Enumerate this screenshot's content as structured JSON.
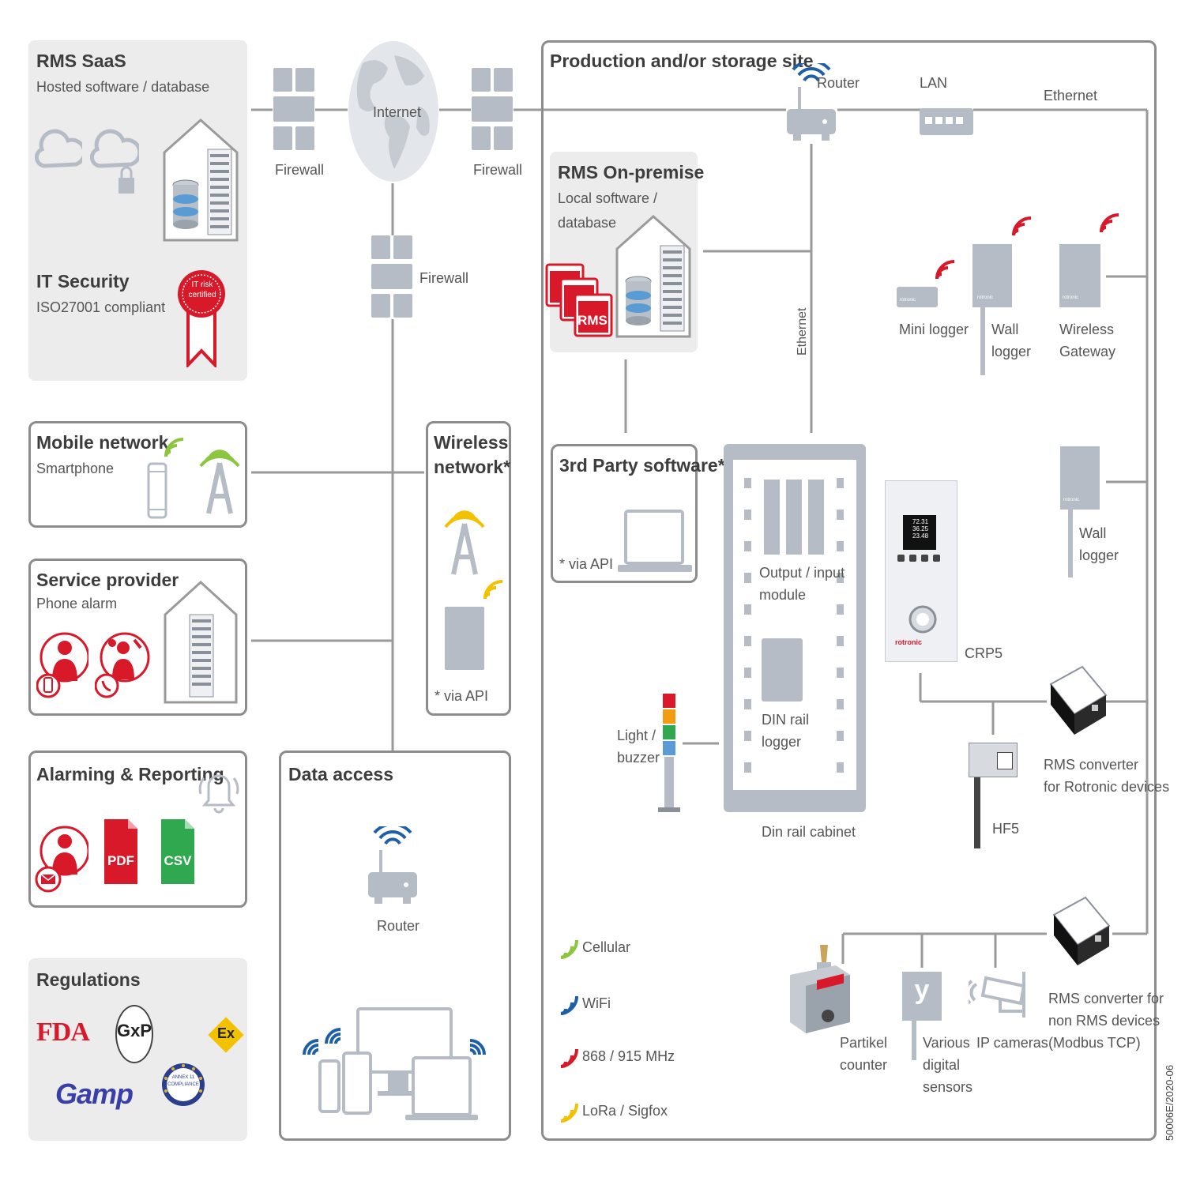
{
  "rms_saas": {
    "title": "RMS SaaS",
    "subtitle": "Hosted software / database"
  },
  "it_security": {
    "title": "IT Security",
    "subtitle": "ISO27001 compliant",
    "badge": "IT risk certified"
  },
  "mobile_network": {
    "title": "Mobile network",
    "subtitle": "Smartphone"
  },
  "service_provider": {
    "title": "Service provider",
    "subtitle": "Phone alarm"
  },
  "alarming": {
    "title": "Alarming & Reporting",
    "pdf": "PDF",
    "csv": "CSV"
  },
  "regulations": {
    "title": "Regulations",
    "logos": [
      "FDA",
      "GxP",
      "Gamp",
      "ANNEX 11 COMPLIANCE",
      "Ex"
    ]
  },
  "internet": {
    "label": "Internet"
  },
  "firewalls": {
    "left": "Firewall",
    "right": "Firewall",
    "center": "Firewall"
  },
  "wireless_network": {
    "title_line1": "Wireless",
    "title_line2": "network*",
    "note": "* via API"
  },
  "data_access": {
    "title": "Data access",
    "router": "Router"
  },
  "site": {
    "title": "Production and/or storage site",
    "router": "Router",
    "lan": "LAN",
    "ethernet": "Ethernet",
    "ethernet_vertical": "Ethernet"
  },
  "on_premise": {
    "title": "RMS On-premise",
    "subtitle_line1": "Local software /",
    "subtitle_line2": "database",
    "badge": "RMS"
  },
  "third_party": {
    "title": "3rd Party software*",
    "note": "* via API"
  },
  "devices": {
    "mini_logger": "Mini logger",
    "wall_logger_line1": "Wall",
    "wall_logger_line2": "logger",
    "wireless_gateway_line1": "Wireless",
    "wireless_gateway_line2": "Gateway",
    "wall_logger2_line1": "Wall",
    "wall_logger2_line2": "logger",
    "io_module_line1": "Output / input",
    "io_module_line2": "module",
    "din_logger_line1": "DIN rail",
    "din_logger_line2": "logger",
    "din_cabinet": "Din rail cabinet",
    "light_line1": "Light /",
    "light_line2": "buzzer",
    "crp5": "CRP5",
    "crp5_readings": [
      "72.31",
      "36.25",
      "23.48"
    ],
    "hf5": "HF5",
    "converter1_line1": "RMS converter",
    "converter1_line2": "for Rotronic devices",
    "converter2_line1": "RMS converter for",
    "converter2_line2": "non RMS devices",
    "converter2_line3": "(Modbus TCP)",
    "partikel_line1": "Partikel",
    "partikel_line2": "counter",
    "sensors_line1": "Various",
    "sensors_line2": "digital",
    "sensors_line3": "sensors",
    "ip_cameras": "IP cameras",
    "brand": "rotronic"
  },
  "legend": [
    {
      "label": "Cellular",
      "color": "#8cc63f"
    },
    {
      "label": "WiFi",
      "color": "#1e5fa8"
    },
    {
      "label": "868 / 915 MHz",
      "color": "#d7192a"
    },
    {
      "label": "LoRa / Sigfox",
      "color": "#f2c200"
    }
  ],
  "doc_code": "50006E/2020-06"
}
